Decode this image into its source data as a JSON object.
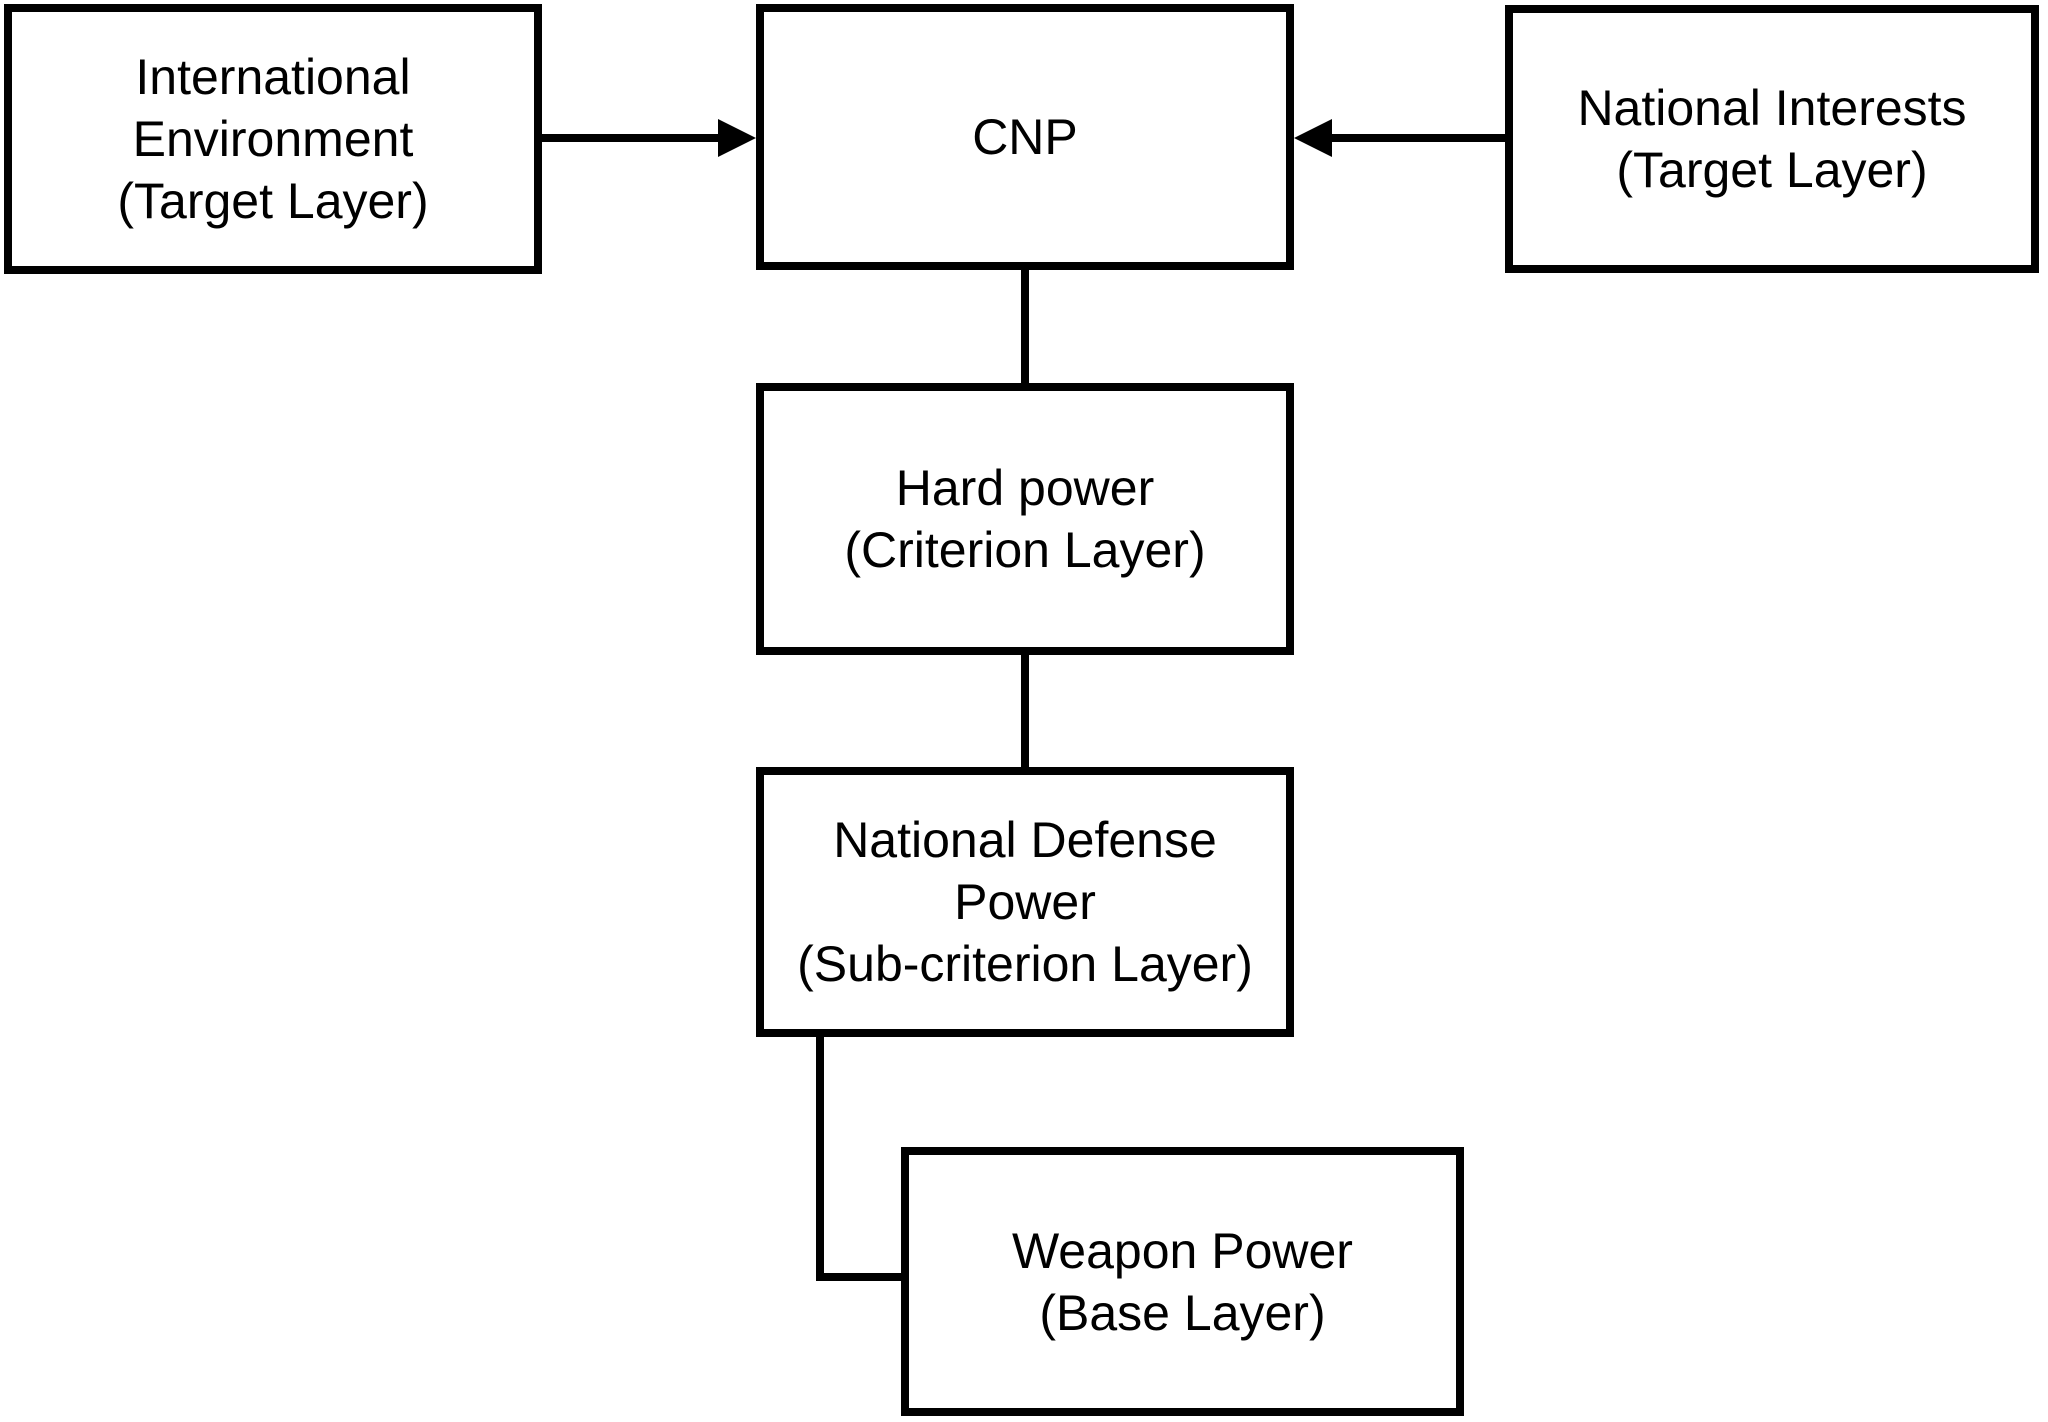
{
  "diagram": {
    "title": "CNP hierarchy diagram",
    "background_color": "#ffffff",
    "line_color": "#000000",
    "box_fill_color": "#ffffff",
    "box_border_color": "#000000",
    "nodes": [
      {
        "id": "international-environment",
        "lines": [
          "International",
          "Environment",
          "(Target Layer)"
        ]
      },
      {
        "id": "cnp",
        "lines": [
          "CNP"
        ]
      },
      {
        "id": "national-interests",
        "lines": [
          "National Interests",
          "(Target Layer)"
        ]
      },
      {
        "id": "hard-power",
        "lines": [
          "Hard power",
          "(Criterion Layer)"
        ]
      },
      {
        "id": "national-defense-power",
        "lines": [
          "National Defense",
          "Power",
          "(Sub-criterion Layer)"
        ]
      },
      {
        "id": "weapon-power",
        "lines": [
          "Weapon Power",
          "(Base Layer)"
        ]
      }
    ],
    "edges": [
      {
        "from": "international-environment",
        "to": "cnp",
        "style": "arrow"
      },
      {
        "from": "national-interests",
        "to": "cnp",
        "style": "arrow"
      },
      {
        "from": "cnp",
        "to": "hard-power",
        "style": "line"
      },
      {
        "from": "hard-power",
        "to": "national-defense-power",
        "style": "line"
      },
      {
        "from": "national-defense-power",
        "to": "weapon-power",
        "style": "elbow-line"
      }
    ]
  }
}
